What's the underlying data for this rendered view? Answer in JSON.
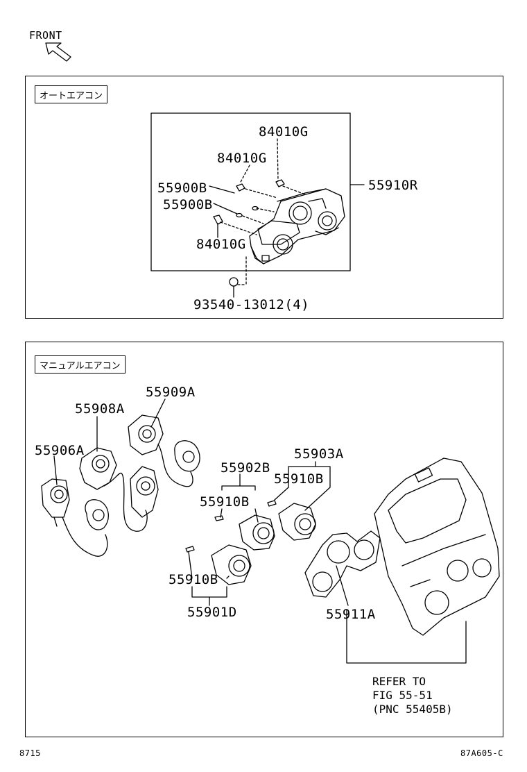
{
  "header": {
    "front_label": "FRONT"
  },
  "auto_section": {
    "tag": "オートエアコン",
    "labels": {
      "p84010g_top": "84010G",
      "p84010g_mid": "84010G",
      "p84010g_low": "84010G",
      "p55900b_a": "55900B",
      "p55900b_b": "55900B",
      "p55910r": "55910R",
      "p93540": "93540-13012(4)"
    }
  },
  "manual_section": {
    "tag": "マニュアルエアコン",
    "labels": {
      "p55909a": "55909A",
      "p55908a": "55908A",
      "p55906a": "55906A",
      "p55902b": "55902B",
      "p55903a": "55903A",
      "p55910b_1": "55910B",
      "p55910b_2": "55910B",
      "p55910b_3": "55910B",
      "p55901d": "55901D",
      "p55911a": "55911A"
    },
    "reference_note": [
      "REFER TO",
      "FIG 55-51",
      "(PNC 55405B)"
    ]
  },
  "footer": {
    "left_code": "8715",
    "right_code": "87A605-C"
  }
}
